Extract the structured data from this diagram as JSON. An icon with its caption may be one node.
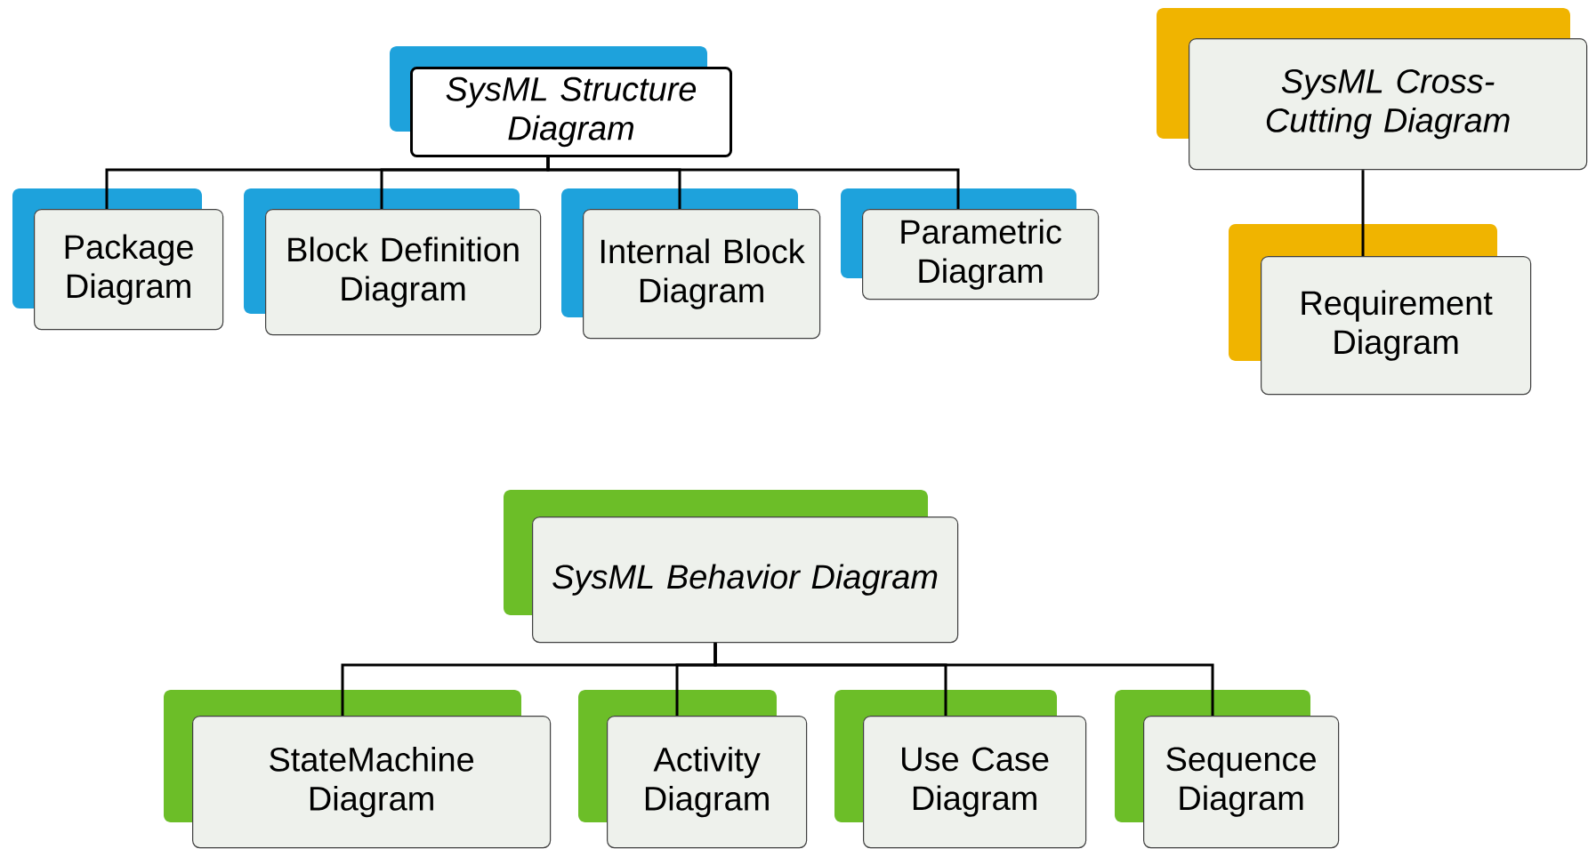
{
  "diagram": {
    "nodes": [
      {
        "text": [
          "SysML Structure Diagram"
        ]
      },
      {
        "text": [
          "Package Diagram"
        ]
      },
      {
        "text": [
          "Block Definition Diagram"
        ]
      },
      {
        "text": [
          "Internal Block Diagram"
        ]
      },
      {
        "text": [
          "Parametric Diagram"
        ]
      },
      {
        "text": [
          "SysML Cross-Cutting Diagram"
        ]
      },
      {
        "text": [
          "Requirement Diagram"
        ]
      },
      {
        "text": [
          "SysML Behavior Diagram"
        ]
      },
      {
        "text": [
          "StateMachine Diagram"
        ]
      },
      {
        "text": [
          "Activity Diagram"
        ]
      },
      {
        "text": [
          "Use Case Diagram"
        ]
      },
      {
        "text": [
          "Sequence Diagram"
        ]
      }
    ],
    "edges": [
      {
        "from": 0,
        "to": 1,
        "arrow": "none"
      },
      {
        "from": 0,
        "to": 2,
        "arrow": "none"
      },
      {
        "from": 0,
        "to": 3,
        "arrow": "none"
      },
      {
        "from": 0,
        "to": 4,
        "arrow": "none"
      },
      {
        "from": 5,
        "to": 6,
        "arrow": "none"
      },
      {
        "from": 7,
        "to": 8,
        "arrow": "none"
      },
      {
        "from": 7,
        "to": 9,
        "arrow": "none"
      },
      {
        "from": 7,
        "to": 10,
        "arrow": "none"
      },
      {
        "from": 7,
        "to": 11,
        "arrow": "none"
      }
    ]
  }
}
